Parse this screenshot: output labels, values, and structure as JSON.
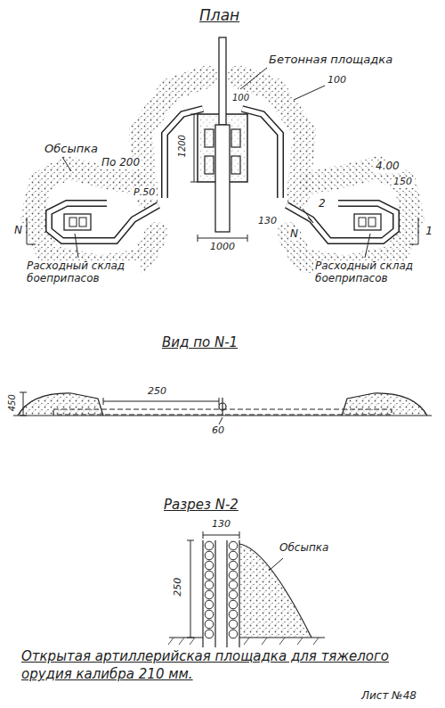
{
  "diagram": {
    "caption": "Открытая артиллерийская площадка для тяжелого орудия калибра 210 мм.",
    "labels": [
      "План",
      "Бетонная площадка",
      "100",
      "Обсыпка",
      "1200",
      "100",
      "По 200",
      "Р.50",
      "1000",
      "130",
      "4.00",
      "150",
      "N",
      "1",
      "2",
      "N",
      "Расходный склад боеприпасов",
      "Расходный склад боеприпасов",
      "Вид по N-1",
      "450",
      "250",
      "60",
      "Разрез N-2",
      "130",
      "250",
      "Обсыпка",
      "Лист №48"
    ]
  }
}
